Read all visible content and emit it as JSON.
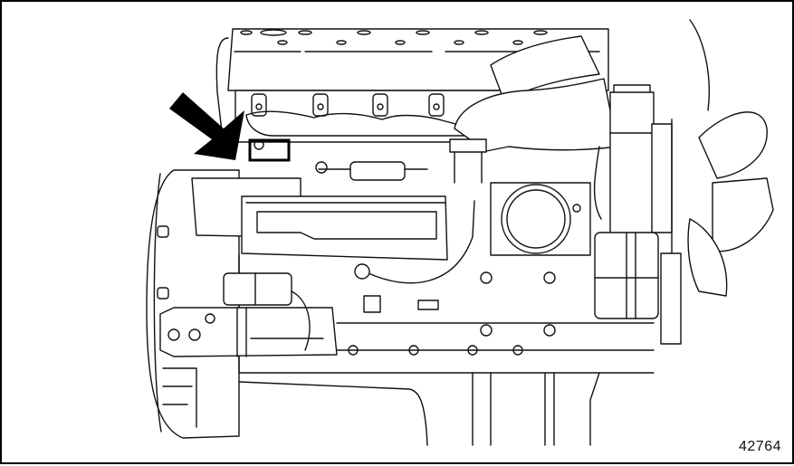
{
  "figure": {
    "id_label": "42764",
    "subject": "engine-side-view-line-drawing",
    "callout": {
      "type": "arrow-with-highlight-box",
      "arrow_color": "#000000",
      "box_color": "#000000"
    }
  },
  "colors": {
    "line": "#111111",
    "background": "#ffffff",
    "border": "#000000"
  }
}
